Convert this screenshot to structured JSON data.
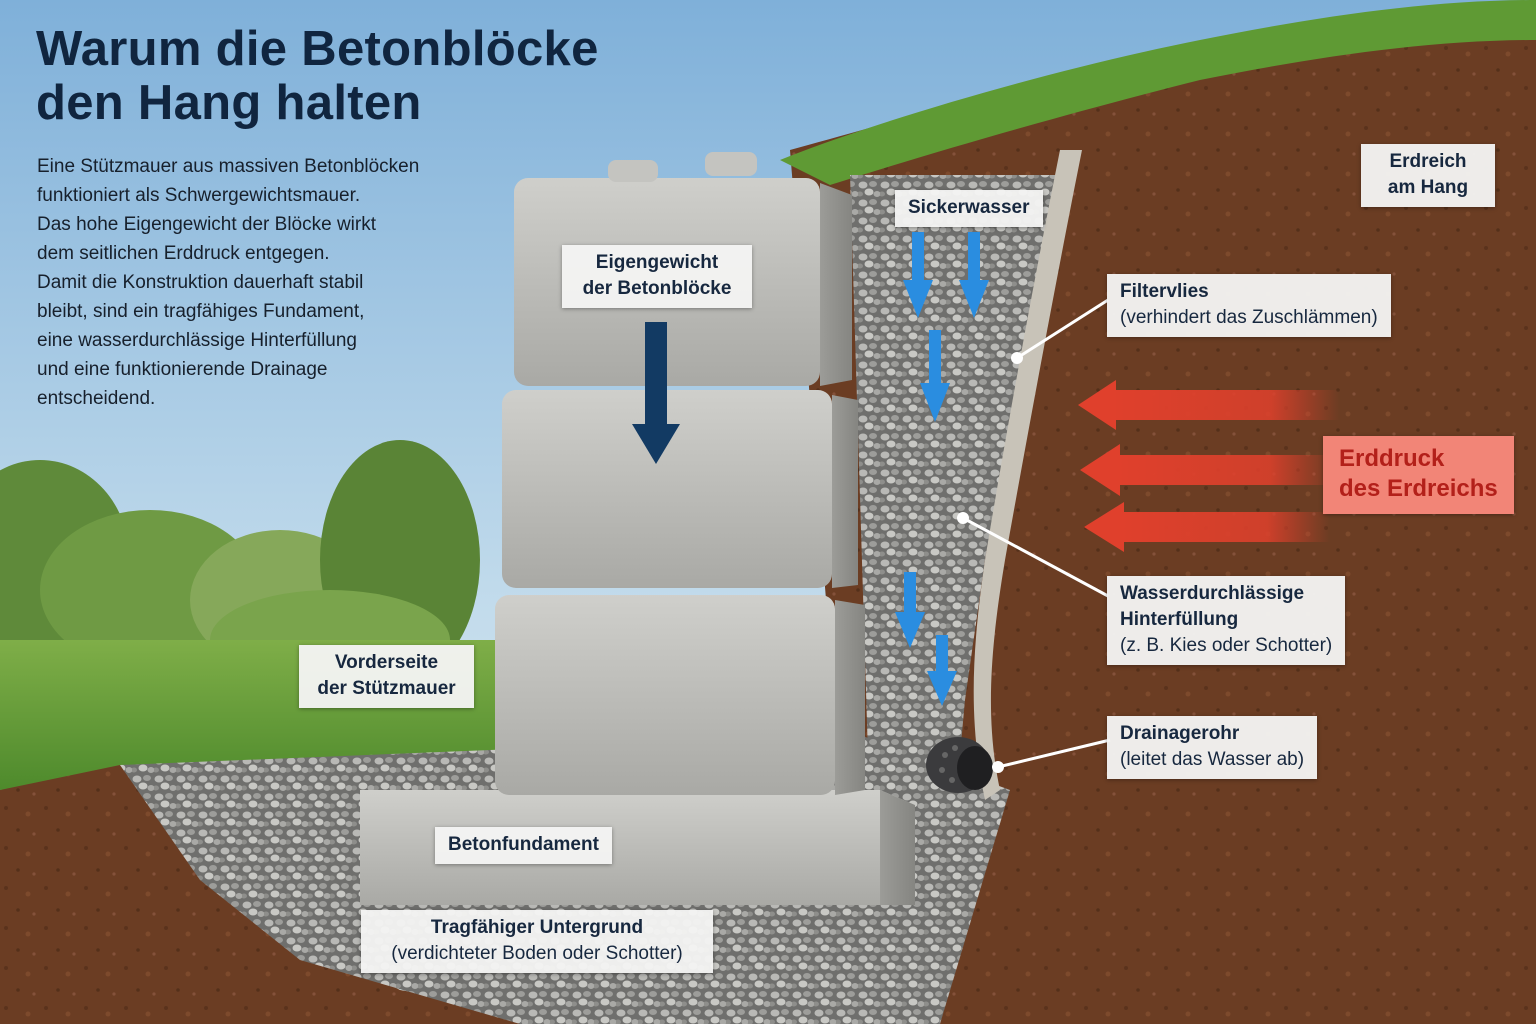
{
  "title": {
    "line1": "Warum die Betonblöcke",
    "line2": "den Hang halten"
  },
  "intro": [
    "Eine Stützmauer aus massiven Betonblöcken",
    "funktioniert als Schwergewichtsmauer.",
    "Das hohe Eigengewicht der Blöcke wirkt",
    "dem seitlichen Erddruck entgegen.",
    "Damit die Konstruktion dauerhaft stabil",
    "bleibt, sind ein tragfähiges Fundament,",
    "eine wasserdurchlässige Hinterfüllung",
    "und eine funktionierende Drainage",
    "entscheidend."
  ],
  "labels": {
    "eigengewicht": {
      "line1": "Eigengewicht",
      "line2": "der Betonblöcke"
    },
    "sickerwasser": "Sickerwasser",
    "erdreich": {
      "line1": "Erdreich",
      "line2": "am Hang"
    },
    "filtervlies": {
      "bold": "Filtervlies",
      "note": "(verhindert das Zuschlämmen)"
    },
    "erddruck": {
      "line1": "Erddruck",
      "line2": "des Erdreichs"
    },
    "hinterfuellung": {
      "line1": "Wasserdurchlässige",
      "line2": "Hinterfüllung",
      "note": "(z. B. Kies oder Schotter)"
    },
    "drainagerohr": {
      "bold": "Drainagerohr",
      "note": "(leitet das Wasser ab)"
    },
    "vorderseite": {
      "line1": "Vorderseite",
      "line2": "der Stützmauer"
    },
    "betonfundament": "Betonfundament",
    "untergrund": {
      "bold": "Tragfähiger Untergrund",
      "note": "(verdichteter Boden oder Schotter)"
    }
  },
  "colors": {
    "sky": "#a9cbe4",
    "soil": "#6e3f24",
    "concrete": "#bdbdb9",
    "gravel": "#8f8f8d",
    "weight_arrow": "#123a63",
    "water_arrow": "#2a8de0",
    "pressure_arrow": "#d9412f",
    "title": "#10253f"
  },
  "icons": {
    "weight_arrow": "arrow-down-icon",
    "water_arrows": "arrow-down-icon",
    "pressure_arrows": "arrow-left-icon"
  }
}
